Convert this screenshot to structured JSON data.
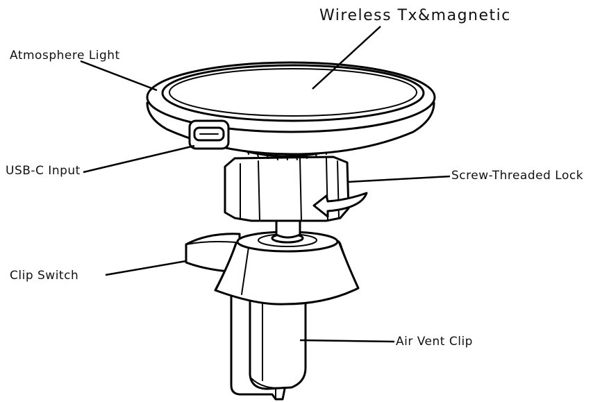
{
  "labels": {
    "wireless": "Wireless Tx&magnetic",
    "atmosphere_light": "Atmosphere Light",
    "usb_c_input": "USB-C Input",
    "screw_threaded_lock": "Screw-Threaded Lock",
    "clip_switch": "Clip Switch",
    "air_vent_clip": "Air Vent Clip"
  },
  "colors": {
    "line": "#000000",
    "background": "#ffffff"
  }
}
